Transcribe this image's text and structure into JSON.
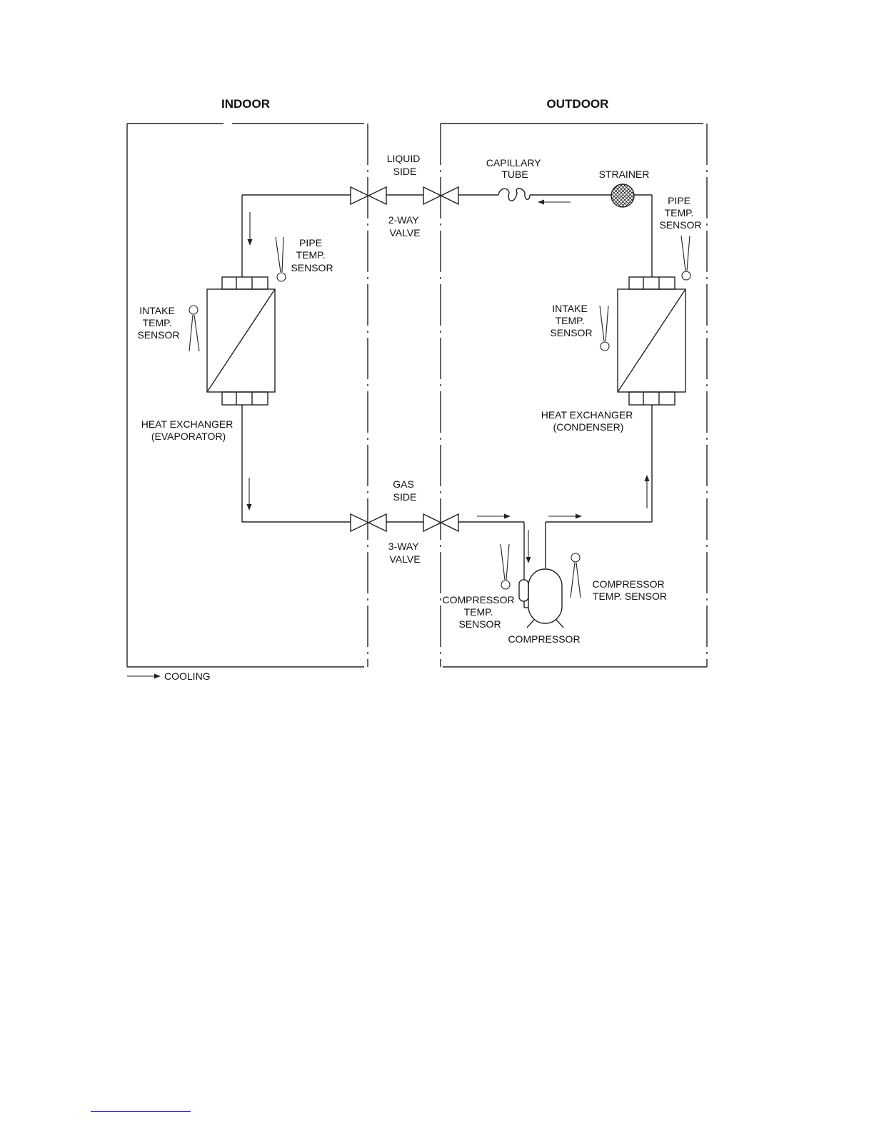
{
  "sections": {
    "indoor": "INDOOR",
    "outdoor": "OUTDOOR"
  },
  "labels": {
    "liquid_side": [
      "LIQUID",
      "SIDE"
    ],
    "two_way_valve": [
      "2-WAY",
      "VALVE"
    ],
    "gas_side": [
      "GAS",
      "SIDE"
    ],
    "three_way_valve": [
      "3-WAY",
      "VALVE"
    ],
    "capillary_tube": [
      "CAPILLARY",
      "TUBE"
    ],
    "strainer": "STRAINER",
    "indoor_pipe_sensor": [
      "PIPE",
      "TEMP.",
      "SENSOR"
    ],
    "outdoor_pipe_sensor": [
      "PIPE",
      "TEMP.",
      "SENSOR"
    ],
    "indoor_intake_sensor": [
      "INTAKE",
      "TEMP.",
      "SENSOR"
    ],
    "outdoor_intake_sensor": [
      "INTAKE",
      "TEMP.",
      "SENSOR"
    ],
    "evaporator": [
      "HEAT EXCHANGER",
      "(EVAPORATOR)"
    ],
    "condenser": [
      "HEAT EXCHANGER",
      "(CONDENSER)"
    ],
    "compressor_sensor_left": [
      "COMPRESSOR",
      "TEMP.",
      "SENSOR"
    ],
    "compressor_sensor_right": [
      "COMPRESSOR",
      "TEMP. SENSOR"
    ],
    "compressor": "COMPRESSOR"
  },
  "legend": {
    "label": "COOLING"
  }
}
